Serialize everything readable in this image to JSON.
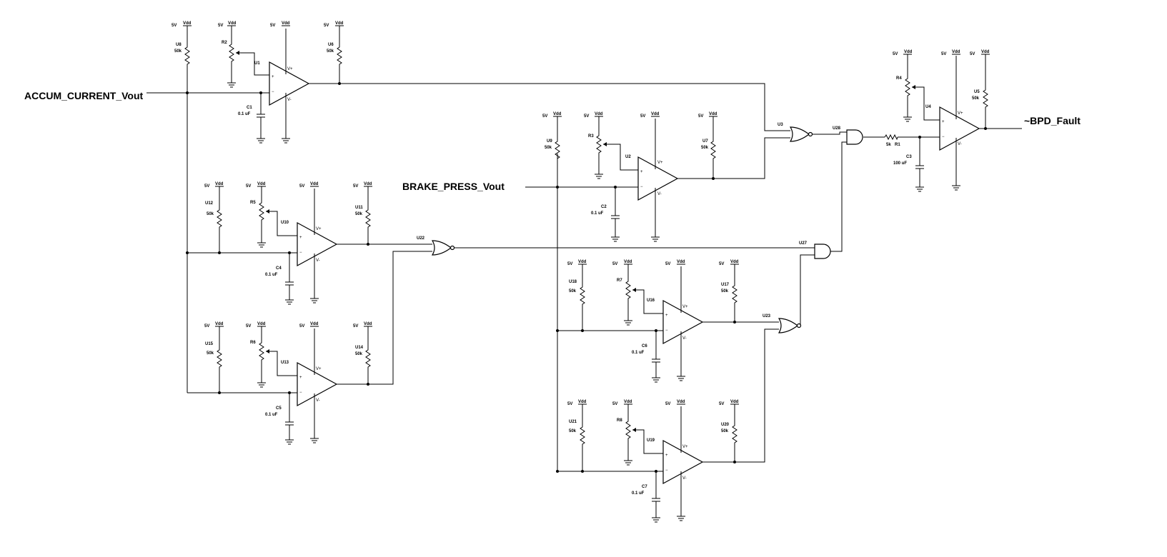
{
  "signals": {
    "accum": "ACCUM_CURRENT_Vout",
    "brake": "BRAKE_PRESS_Vout",
    "fault": "~BPD_Fault"
  },
  "supply": {
    "v": "5V",
    "vdd": "Vdd"
  },
  "pins": {
    "vplus": "V+",
    "vminus": "V-",
    "plus": "+",
    "minus": "−"
  },
  "opamps": {
    "U1": "U1",
    "U2": "U2",
    "U4": "U4",
    "U10": "U10",
    "U13": "U13",
    "U16": "U16",
    "U19": "U19"
  },
  "resistors": [
    {
      "ref": "U8",
      "value": "50k"
    },
    {
      "ref": "U6",
      "value": "50k"
    },
    {
      "ref": "U12",
      "value": "50k"
    },
    {
      "ref": "U11",
      "value": "50k"
    },
    {
      "ref": "U15",
      "value": "50k"
    },
    {
      "ref": "U14",
      "value": "50k"
    },
    {
      "ref": "U9",
      "value": "50k"
    },
    {
      "ref": "U7",
      "value": "50k"
    },
    {
      "ref": "U18",
      "value": "50k"
    },
    {
      "ref": "U17",
      "value": "50k"
    },
    {
      "ref": "U21",
      "value": "50k"
    },
    {
      "ref": "U20",
      "value": "50k"
    },
    {
      "ref": "U5",
      "value": "50k"
    }
  ],
  "pots": [
    "R2",
    "R5",
    "R6",
    "R3",
    "R7",
    "R8",
    "R4"
  ],
  "capacitors": [
    {
      "ref": "C1",
      "value": "0.1 uF"
    },
    {
      "ref": "C4",
      "value": "0.1 uF"
    },
    {
      "ref": "C5",
      "value": "0.1 uF"
    },
    {
      "ref": "C2",
      "value": "0.1 uF"
    },
    {
      "ref": "C6",
      "value": "0.1 uF"
    },
    {
      "ref": "C7",
      "value": "0.1 uF"
    },
    {
      "ref": "C3",
      "value": "100 uF"
    }
  ],
  "gates": {
    "U3": "U3",
    "U22": "U22",
    "U23": "U23",
    "U27": "U27",
    "U28": "U28"
  },
  "r1": {
    "ref": "R1",
    "value": "5k"
  }
}
